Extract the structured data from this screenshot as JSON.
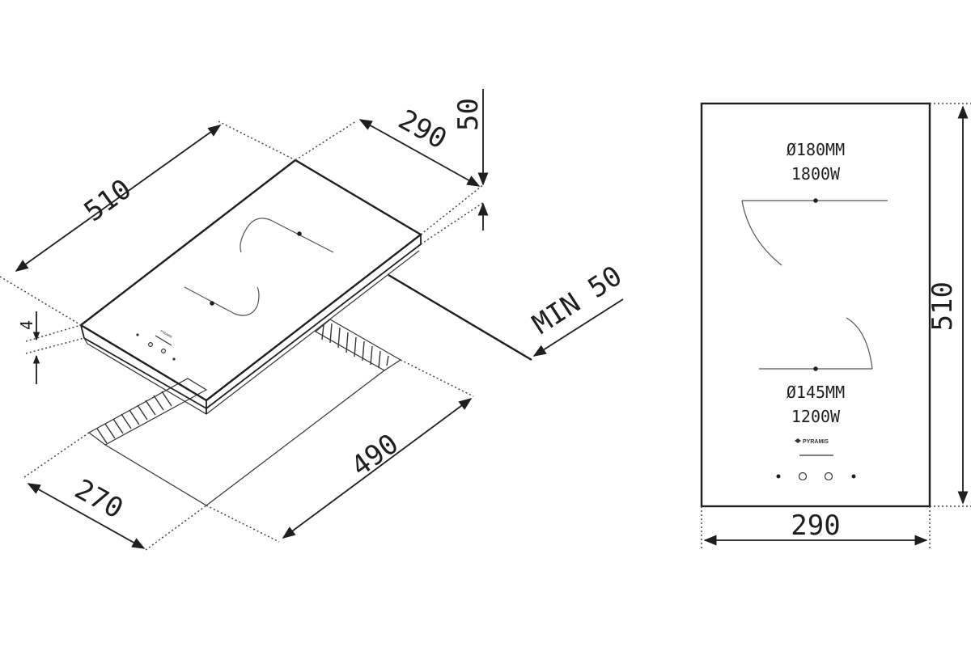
{
  "isometric": {
    "dim_width_top": "290",
    "dim_length_top": "510",
    "dim_height": "50",
    "dim_glass": "4",
    "dim_clearance": "MIN 50",
    "dim_cutout_length": "490",
    "dim_cutout_width": "270",
    "brand_small": "PYRAMIS"
  },
  "top_view": {
    "zone_large_diameter": "Ø180MM",
    "zone_large_power": "1800W",
    "zone_small_diameter": "Ø145MM",
    "zone_small_power": "1200W",
    "brand": "PYRAMIS",
    "dim_length": "510",
    "dim_width": "290"
  }
}
